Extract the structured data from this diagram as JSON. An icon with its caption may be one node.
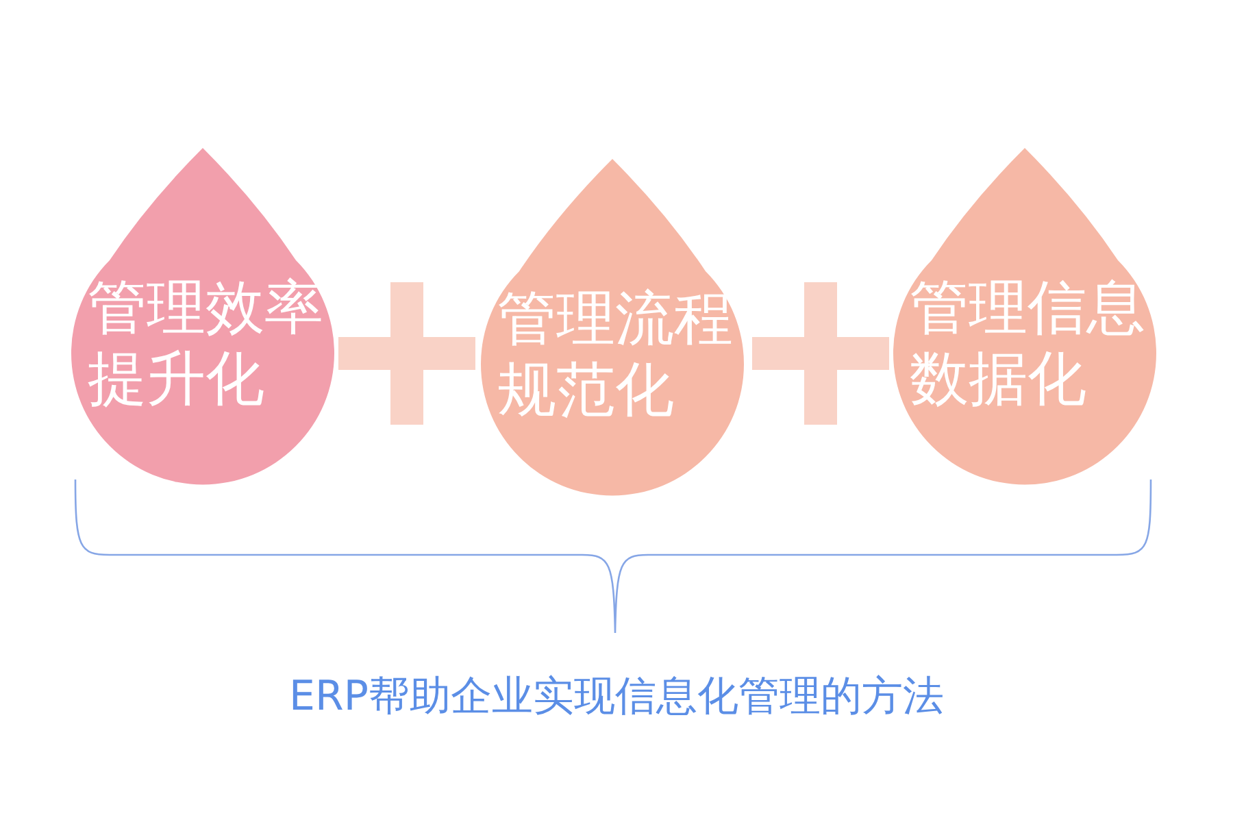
{
  "diagram": {
    "caption": "ERP帮助企业实现信息化管理的方法",
    "nodes": [
      {
        "text": [
          "管理效率提升化"
        ]
      },
      {
        "text": [
          "管理流程规范化"
        ]
      },
      {
        "text": [
          "管理信息数据化"
        ]
      }
    ]
  }
}
